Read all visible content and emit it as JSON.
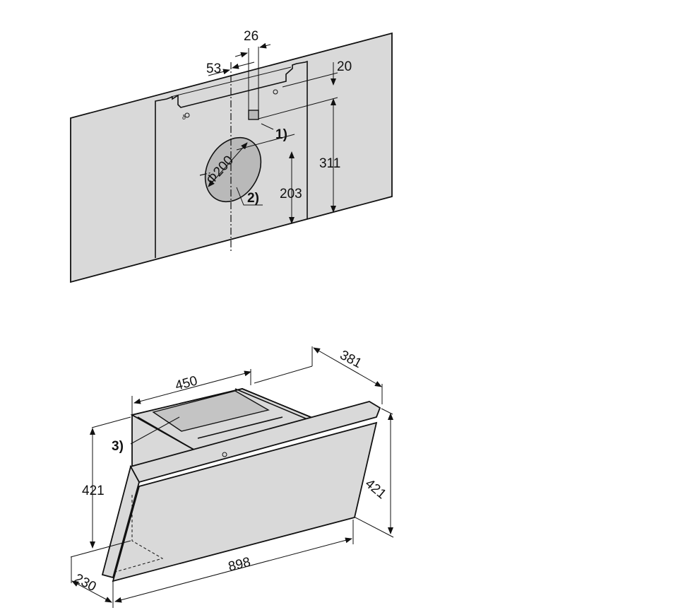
{
  "wall_drawing": {
    "dim_offset_26": "26",
    "dim_offset_53": "53",
    "dim_top_20": "20",
    "dim_height_311": "311",
    "dim_height_203": "203",
    "dim_diameter": "Φ200",
    "callout_1": "1)",
    "callout_2": "2)"
  },
  "hood_drawing": {
    "dim_width_450": "450",
    "dim_depth_381": "381",
    "dim_height_left": "421",
    "dim_height_right": "421",
    "dim_width_898": "898",
    "dim_depth_230": "230",
    "callout_3": "3)"
  },
  "colors": {
    "fill": "#d9d9d9",
    "line": "#111111"
  }
}
